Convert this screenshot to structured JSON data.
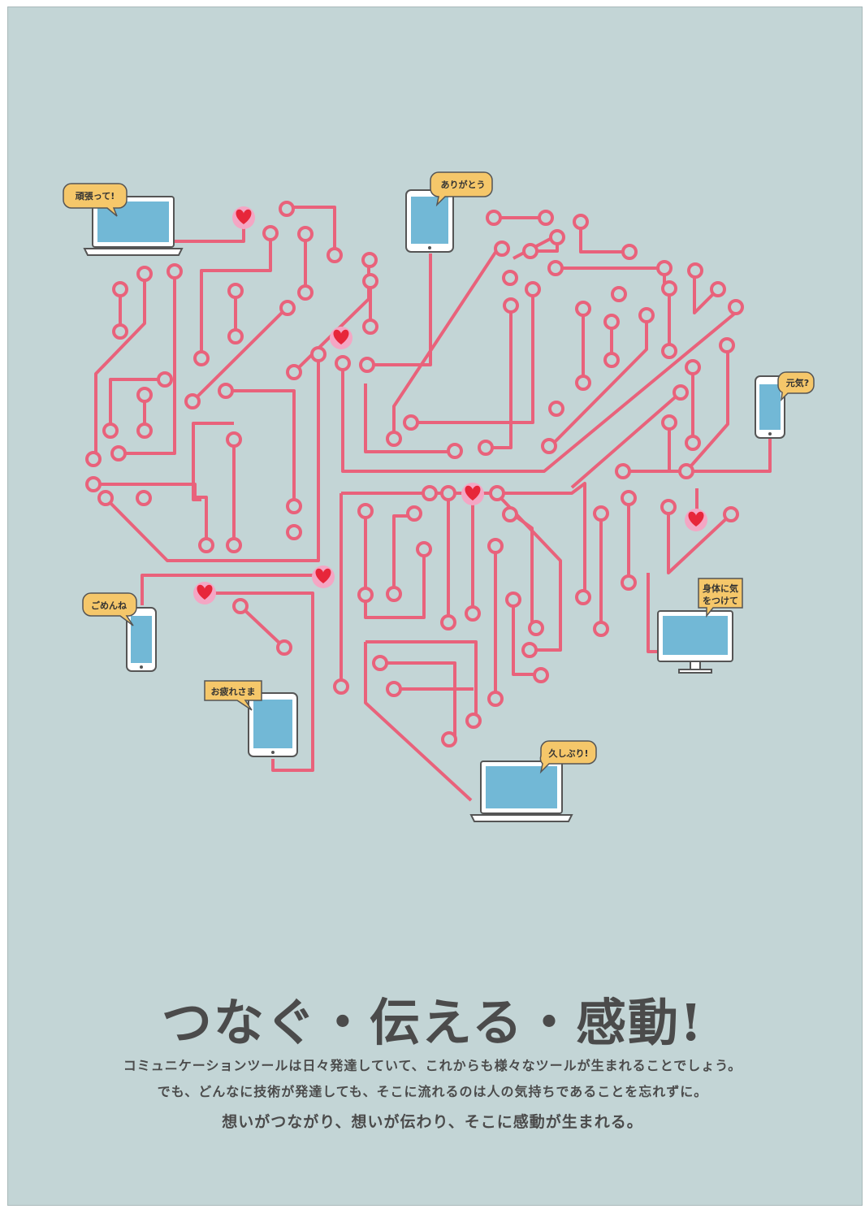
{
  "poster": {
    "headline": "つなぐ・伝える・感動!",
    "body_lines": [
      "コミュニケーションツールは日々発達していて、これからも様々なツールが生まれることでしょう。",
      "でも、どんなに技術が発達しても、そこに流れるのは人の気持ちであることを忘れずに。",
      "想いがつながり、想いが伝わり、そこに感動が生まれる。"
    ]
  },
  "bubbles": {
    "ganbatte": "頑張って!",
    "arigatou": "ありがとう",
    "genki": "元気?",
    "karada_1": "身体に気",
    "karada_2": "をつけて",
    "gomenne": "ごめんね",
    "otsukare": "お疲れさま",
    "hisashiburi": "久しぶり!"
  },
  "colors": {
    "background": "#c3d5d6",
    "trace": "#e9627b",
    "heart": "#e7263a",
    "screen": "#72b8d6",
    "bubble": "#f5c76a",
    "text": "#4b4b4b"
  },
  "icons": [
    "laptop-icon",
    "tablet-icon",
    "smartphone-icon",
    "desktop-monitor-icon",
    "heart-icon",
    "speech-bubble-icon"
  ]
}
